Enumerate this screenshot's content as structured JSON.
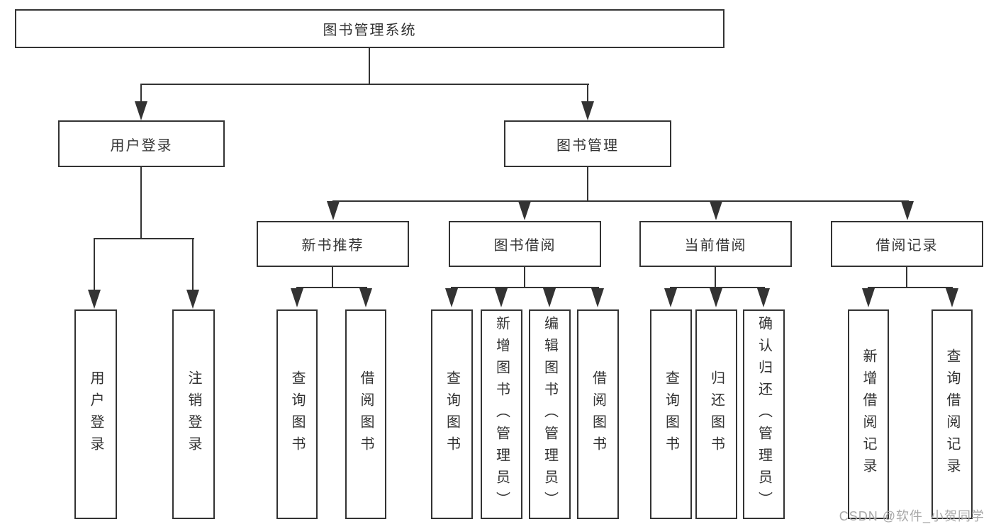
{
  "watermark": "CSDN @软件_小贺同学",
  "colors": {
    "line": "#333333",
    "box_border": "#333333",
    "text": "#333333",
    "background": "#ffffff",
    "watermark": "#a8a8a8"
  },
  "tree": {
    "label": "图书管理系统",
    "children": [
      {
        "label": "用户登录",
        "children": [
          {
            "label": "用户登录"
          },
          {
            "label": "注销登录"
          }
        ]
      },
      {
        "label": "图书管理",
        "children": [
          {
            "label": "新书推荐",
            "children": [
              {
                "label": "查询图书"
              },
              {
                "label": "借阅图书"
              }
            ]
          },
          {
            "label": "图书借阅",
            "children": [
              {
                "label": "查询图书"
              },
              {
                "label": "新增图书（管理员）"
              },
              {
                "label": "编辑图书（管理员）"
              },
              {
                "label": "借阅图书"
              }
            ]
          },
          {
            "label": "当前借阅",
            "children": [
              {
                "label": "查询图书"
              },
              {
                "label": "归还图书"
              },
              {
                "label": "确认归还（管理员）"
              }
            ]
          },
          {
            "label": "借阅记录",
            "children": [
              {
                "label": "新增借阅记录"
              },
              {
                "label": "查询借阅记录"
              }
            ]
          }
        ]
      }
    ]
  }
}
